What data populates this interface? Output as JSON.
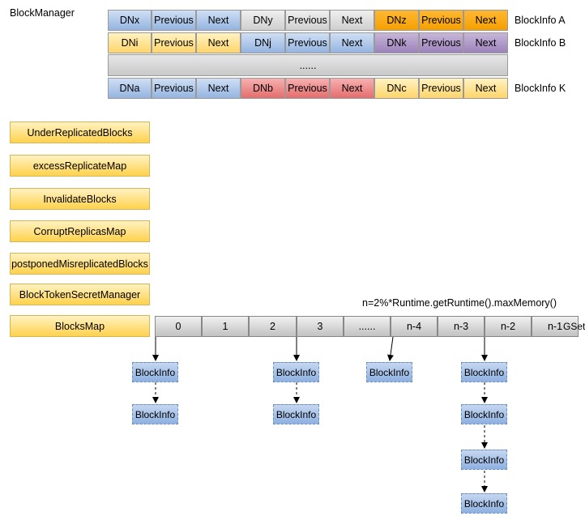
{
  "title": "BlockManager",
  "block_infos": [
    {
      "label": "BlockInfo A",
      "cells": [
        {
          "text": "DNx",
          "color": "#a9c4eb"
        },
        {
          "text": "Previous",
          "color": "#a9c4eb"
        },
        {
          "text": "Next",
          "color": "#a9c4eb"
        },
        {
          "text": "DNy",
          "color": "#dcdcdc"
        },
        {
          "text": "Previous",
          "color": "#dcdcdc"
        },
        {
          "text": "Next",
          "color": "#dcdcdc"
        },
        {
          "text": "DNz",
          "color": "#ffa500"
        },
        {
          "text": "Previous",
          "color": "#ffa500"
        },
        {
          "text": "Next",
          "color": "#ffa500"
        }
      ]
    },
    {
      "label": "BlockInfo B",
      "cells": [
        {
          "text": "DNi",
          "color": "#ffe599"
        },
        {
          "text": "Previous",
          "color": "#ffe599"
        },
        {
          "text": "Next",
          "color": "#ffe599"
        },
        {
          "text": "DNj",
          "color": "#a9c4eb"
        },
        {
          "text": "Previous",
          "color": "#a9c4eb"
        },
        {
          "text": "Next",
          "color": "#a9c4eb"
        },
        {
          "text": "DNk",
          "color": "#b5a0cc"
        },
        {
          "text": "Previous",
          "color": "#b5a0cc"
        },
        {
          "text": "Next",
          "color": "#b5a0cc"
        }
      ]
    },
    {
      "label": "BlockInfo K",
      "cells": [
        {
          "text": "DNa",
          "color": "#a9c4eb"
        },
        {
          "text": "Previous",
          "color": "#a9c4eb"
        },
        {
          "text": "Next",
          "color": "#a9c4eb"
        },
        {
          "text": "DNb",
          "color": "#f19c9c"
        },
        {
          "text": "Previous",
          "color": "#f19c9c"
        },
        {
          "text": "Next",
          "color": "#f19c9c"
        },
        {
          "text": "DNc",
          "color": "#ffe599"
        },
        {
          "text": "Previous",
          "color": "#ffe599"
        },
        {
          "text": "Next",
          "color": "#ffe599"
        }
      ]
    }
  ],
  "ellipsis_row": "......",
  "side_items": [
    "UnderReplicatedBlocks",
    "excessReplicateMap",
    "InvalidateBlocks",
    "CorruptReplicasMap",
    "postponedMisreplicatedBlocks",
    "BlockTokenSecretManager",
    "BlocksMap"
  ],
  "gset": {
    "formula": "n=2%*Runtime.getRuntime().maxMemory()",
    "label": "GSet",
    "cells": [
      "0",
      "1",
      "2",
      "3",
      "......",
      "n-4",
      "n-3",
      "n-2",
      "n-1"
    ]
  },
  "blockinfo_label": "BlockInfo",
  "chains": [
    {
      "bucket": "0",
      "count": 2
    },
    {
      "bucket": "3",
      "count": 2
    },
    {
      "bucket": "n-4",
      "count": 1
    },
    {
      "bucket": "n-2",
      "count": 4
    }
  ]
}
